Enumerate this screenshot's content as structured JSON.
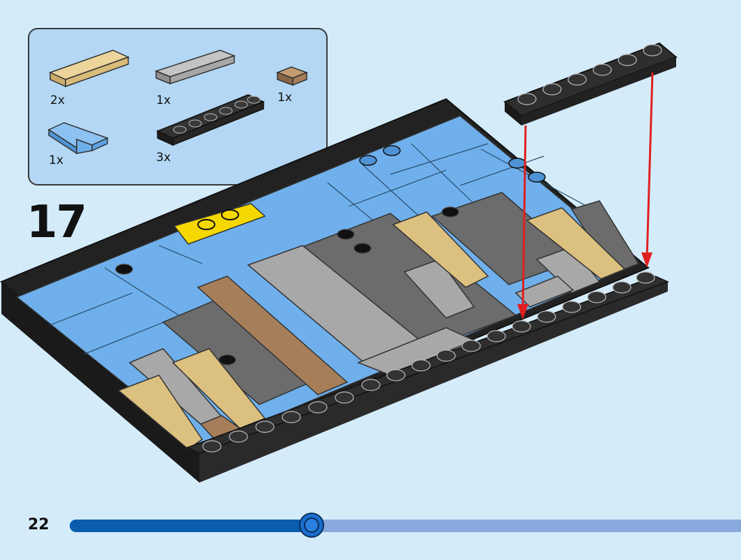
{
  "step": {
    "number": "17"
  },
  "page": {
    "number": "22"
  },
  "progress": {
    "fraction": 0.36
  },
  "parts_list": [
    {
      "name": "tan-tile-1x4",
      "quantity": "2x",
      "color": "#dcc07f"
    },
    {
      "name": "light-gray-tile-1x6",
      "quantity": "1x",
      "color": "#a8a8a8"
    },
    {
      "name": "dark-tan-tile-1x1",
      "quantity": "1x",
      "color": "#a67f5a"
    },
    {
      "name": "medium-blue-corner-tile",
      "quantity": "1x",
      "color": "#6fb0ec"
    },
    {
      "name": "black-plate-1x6",
      "quantity": "3x",
      "color": "#2a2a2a"
    }
  ],
  "colors": {
    "background": "#d4ebfa",
    "callout": "#b3d7f4",
    "blue": "#6fb0ec",
    "dark_gray": "#6c6c6c",
    "light_gray": "#a8a8a8",
    "tan": "#dcc07f",
    "dark_tan": "#a67f5a",
    "yellow": "#f5d800",
    "black": "#222222",
    "arrow": "#e02020",
    "progress_fill": "#0a5cad",
    "progress_track": "#8aa9dd"
  }
}
